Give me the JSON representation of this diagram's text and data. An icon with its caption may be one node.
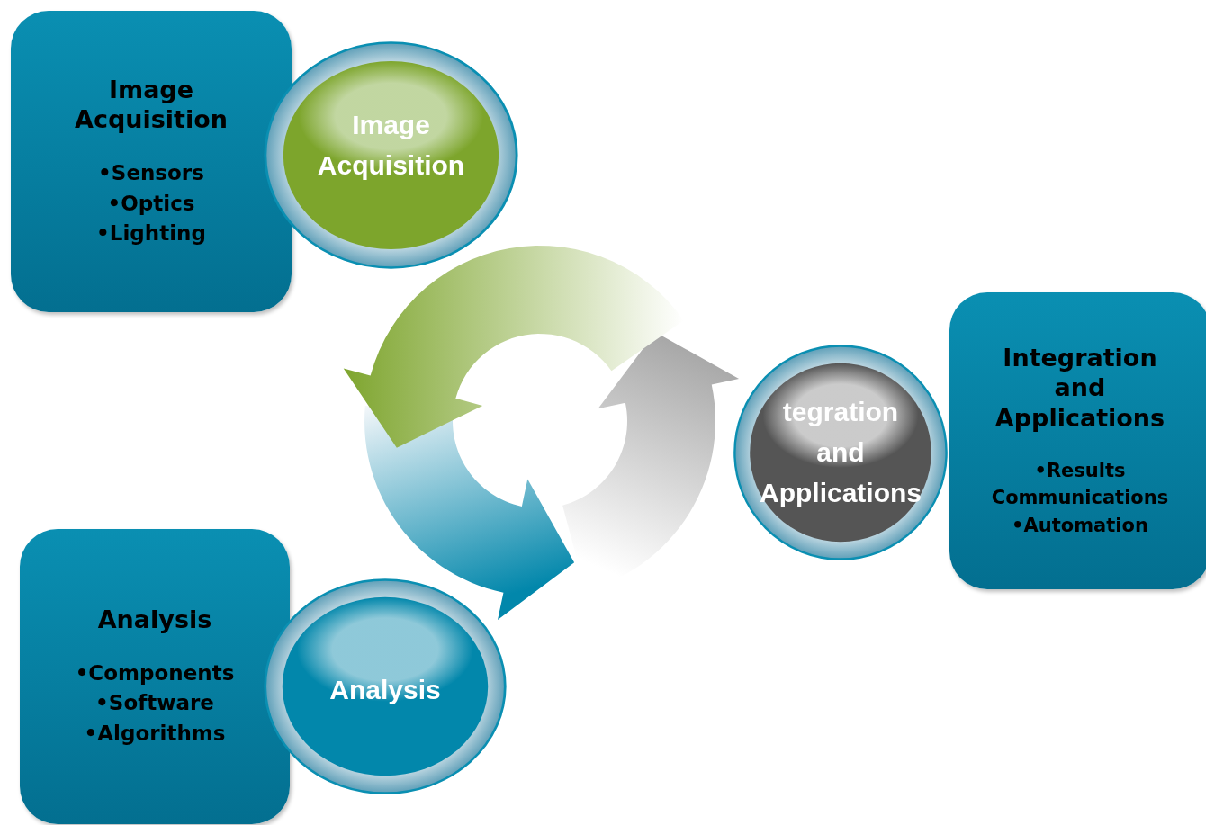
{
  "diagram": {
    "nodes": [
      {
        "text": [
          "Image Acquisition",
          "•Sensors",
          "•Optics",
          "•Lighting"
        ]
      },
      {
        "text": [
          "Image Acquisition"
        ]
      },
      {
        "text": [
          "Analysis",
          "•Components",
          "•Software",
          "•Algorithms"
        ]
      },
      {
        "text": [
          "Analysis"
        ]
      },
      {
        "text": [
          "tegration and Applications"
        ]
      },
      {
        "text": [
          "Integration and Applications",
          "•Results Communications",
          "•Automation"
        ]
      }
    ]
  }
}
